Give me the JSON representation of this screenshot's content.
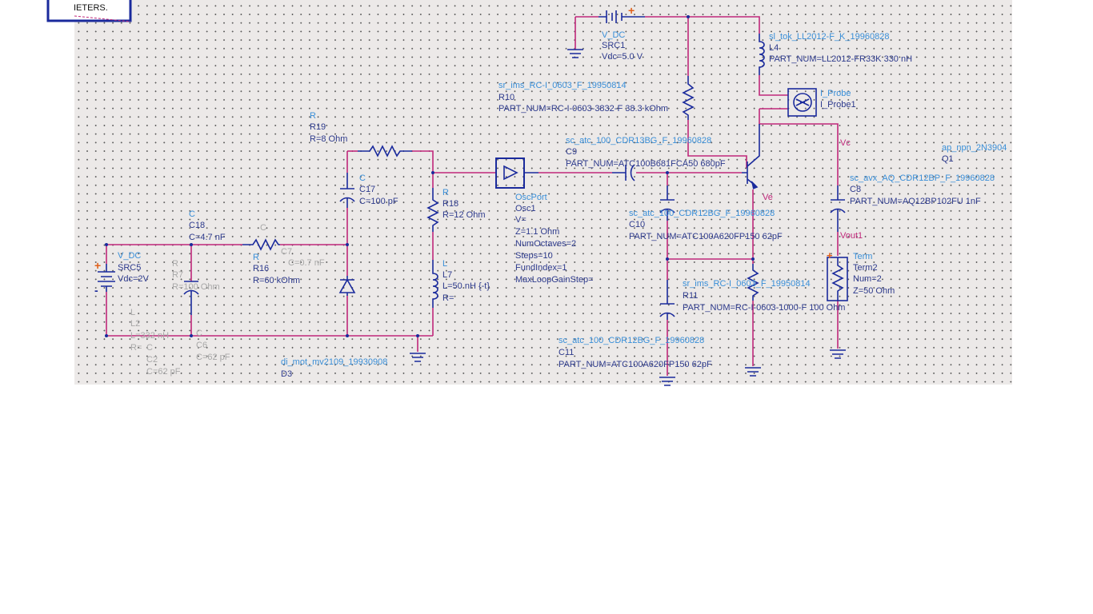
{
  "canvas": {
    "background": "#ece9e8",
    "wire_color": "#c0287a",
    "component_color": "#1a2a9c"
  },
  "params_box": {
    "text": "IETERS."
  },
  "components": {
    "src1": {
      "name": "V_DC",
      "id": "SRC1",
      "value": "Vdc=5.0 V"
    },
    "l4": {
      "name": "sl_tok_LL2012-F_K_19960828",
      "id": "L4",
      "part": "PART_NUM=LL2012-FR33K 330 nH"
    },
    "r10": {
      "name": "sr_ims_RC-I_0603_F_19950814",
      "id": "R10",
      "part": "PART_NUM=RC-I-0603-3832-F 38.3 kOhm"
    },
    "iprobe": {
      "name": "I_Probe",
      "id": "I_Probe1"
    },
    "r19": {
      "name": "R",
      "id": "R19",
      "value": "R=8 Ohm"
    },
    "c9": {
      "name": "sc_atc_100_CDR13BG_F_19960828",
      "id": "C9",
      "part": "PART_NUM=ATC100B681FCA50 680pF"
    },
    "q1": {
      "name": "ap_npn_2N3904",
      "id": "Q1"
    },
    "c17": {
      "name": "C",
      "id": "C17",
      "value": "C=100 pF"
    },
    "r18": {
      "name": "R",
      "id": "R18",
      "value": "R=12 Ohm"
    },
    "osc1": {
      "name": "OscPort",
      "id": "Osc1",
      "lines": [
        "V=",
        "Z=1.1 Ohm",
        "NumOctaves=2",
        "Steps=10",
        "FundIndex=1",
        "MaxLoopGainStep="
      ]
    },
    "c8": {
      "name": "sc_avx_AQ_CDR12BP_F_19960828",
      "id": "C8",
      "part": "PART_NUM=AQ12BP102FU 1nF"
    },
    "c18": {
      "name": "C",
      "id": "C18",
      "value": "C=4.7 nF"
    },
    "c10": {
      "name": "sc_atc_100_CDR12BG_F_19960828",
      "id": "C10",
      "part": "PART_NUM=ATC100A620FP150 62pF"
    },
    "src5": {
      "name": "V_DC",
      "id": "SRC5",
      "value": "Vdc=2V"
    },
    "r16": {
      "name": "R",
      "id": "R16",
      "value": "R=60 kOhm"
    },
    "c7": {
      "name": "C",
      "id": "C7",
      "value": "C=0.7 nF"
    },
    "r7": {
      "name": "R",
      "id": "R7",
      "value": "R=100 Ohm"
    },
    "l7": {
      "name": "L",
      "id": "L7",
      "value": "L=50 nH {-t}",
      "r": "R="
    },
    "r11": {
      "name": "sr_ims_RC-I_0603_F_19950814",
      "id": "R11",
      "part": "PART_NUM=RC-I-0603-1000-F 100 Ohm"
    },
    "term2": {
      "name": "Term",
      "id": "Term2",
      "num": "Num=2",
      "z": "Z=50 Ohm"
    },
    "l2": {
      "name": "L",
      "id": "L2",
      "value": "L=332 nH",
      "r": "R="
    },
    "c6": {
      "name": "C",
      "id": "C6",
      "value": "C=62 pF"
    },
    "c2": {
      "name": "C",
      "id": "C2",
      "value": "C=62 pF"
    },
    "c11": {
      "name": "sc_atc_100_CDR12BG_F_19960828",
      "id": "C11",
      "part": "PART_NUM=ATC100A620FP150 62pF"
    },
    "d3": {
      "name": "di_mot_mv2109_19930908",
      "id": "D3"
    }
  },
  "nodes": {
    "vc": "Vc",
    "ve": "Ve",
    "vout1": "Vout1"
  },
  "polarity": {
    "plus": "+",
    "minus": "-"
  }
}
